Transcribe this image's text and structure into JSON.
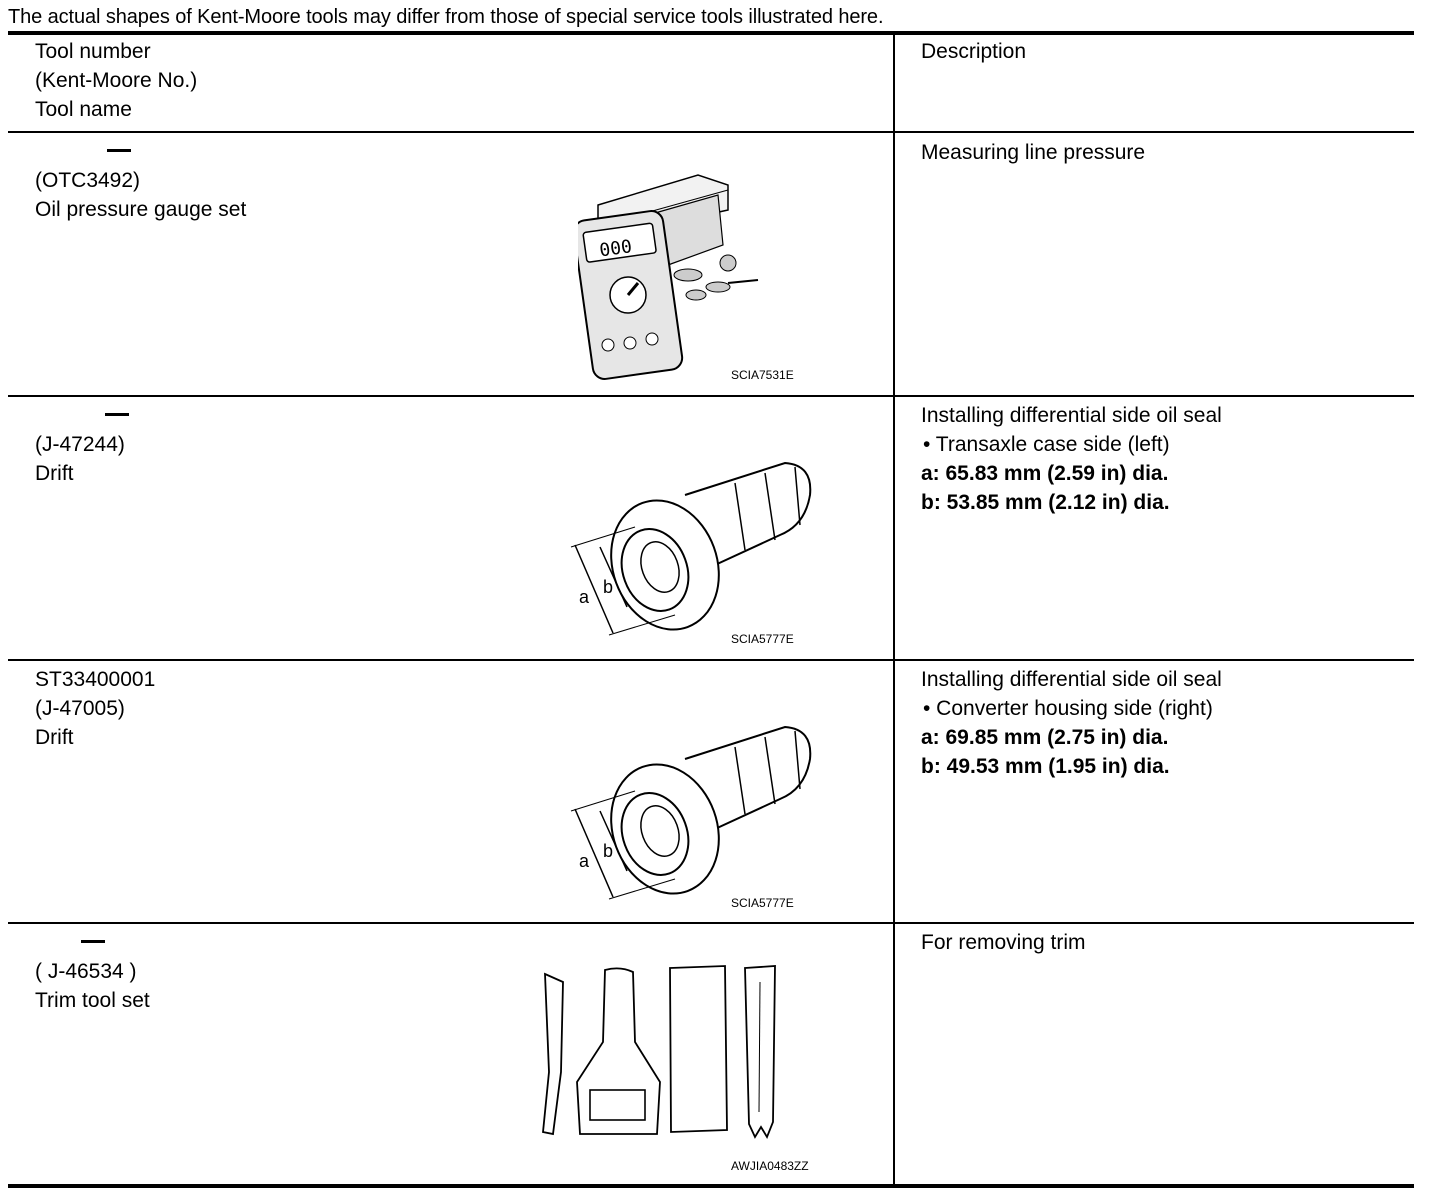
{
  "caption": "The actual shapes of Kent-Moore tools may differ from those of special service tools illustrated here.",
  "header": {
    "tool_lines": [
      "Tool number",
      "(Kent-Moore No.)",
      "Tool name"
    ],
    "description": "Description"
  },
  "rows": [
    {
      "tool_number": "—",
      "kent_moore": "(OTC3492)",
      "tool_name": "Oil pressure gauge set",
      "description": [
        "Measuring line pressure"
      ],
      "figure_code": "SCIA7531E",
      "icon": "oil-pressure-gauge-icon"
    },
    {
      "tool_number": "—",
      "kent_moore": "(J-47244)",
      "tool_name": "Drift",
      "description": [
        "Installing differential side oil seal",
        "•  Transaxle case side (left)",
        "a: 65.83 mm (2.59 in) dia.",
        "b: 53.85 mm (2.12 in) dia."
      ],
      "figure_code": "SCIA5777E",
      "figure_labels": [
        "a",
        "b"
      ],
      "icon": "drift-icon"
    },
    {
      "tool_number": "ST33400001",
      "kent_moore": "(J-47005)",
      "tool_name": "Drift",
      "description": [
        "Installing differential side oil seal",
        "•  Converter housing side (right)",
        "a: 69.85 mm (2.75 in) dia.",
        "b: 49.53 mm (1.95 in) dia."
      ],
      "figure_code": "SCIA5777E",
      "figure_labels": [
        "a",
        "b"
      ],
      "icon": "drift-icon"
    },
    {
      "tool_number": "—",
      "kent_moore": "( J-46534 )",
      "tool_name": "Trim tool set",
      "description": [
        "For removing trim"
      ],
      "figure_code": "AWJIA0483ZZ",
      "icon": "trim-tool-set-icon"
    }
  ]
}
